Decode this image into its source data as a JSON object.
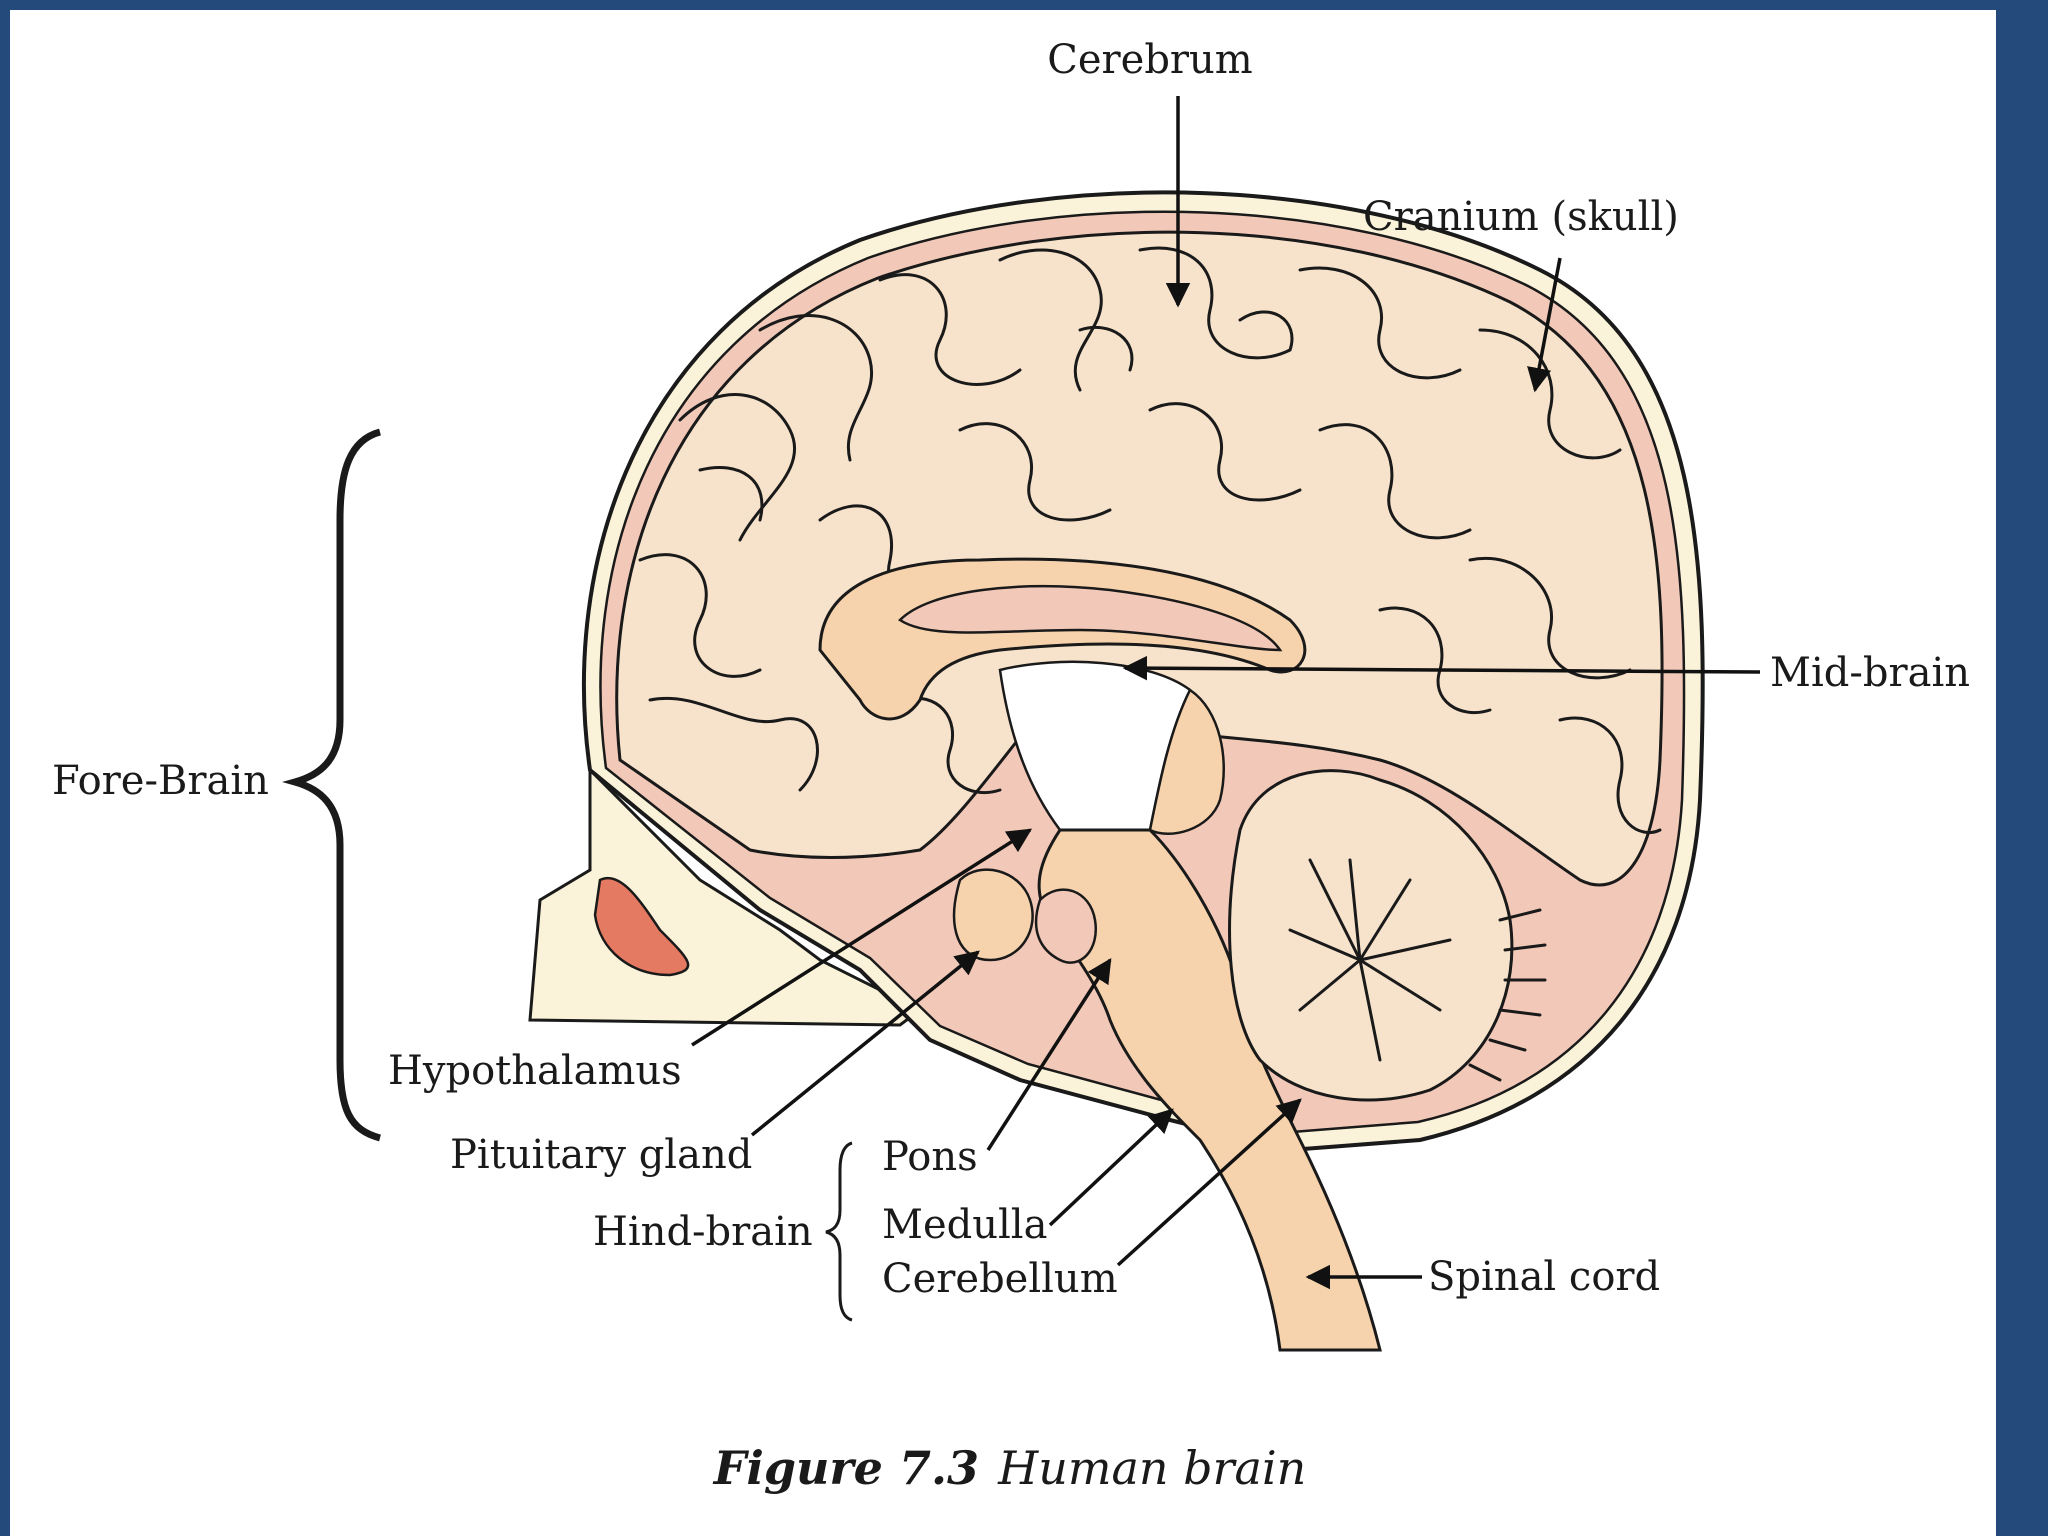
{
  "labels": {
    "cerebrum": "Cerebrum",
    "cranium": "Cranium (skull)",
    "mid_brain": "Mid-brain",
    "fore_brain": "Fore-Brain",
    "hypothalamus": "Hypothalamus",
    "pituitary": "Pituitary gland",
    "hind_brain": "Hind-brain",
    "pons": "Pons",
    "medulla": "Medulla",
    "cerebellum": "Cerebellum",
    "spinal_cord": "Spinal cord"
  },
  "caption": {
    "number": "Figure 7.3",
    "title": "Human brain"
  },
  "colors": {
    "frame": "#234a7a",
    "brain_fill": "#f7e3cc",
    "pink_tissue": "#f2c9b8",
    "brainstem": "#f6d3ad",
    "face_area": "#fbf3d9",
    "eye_spot": "#e47a62"
  }
}
